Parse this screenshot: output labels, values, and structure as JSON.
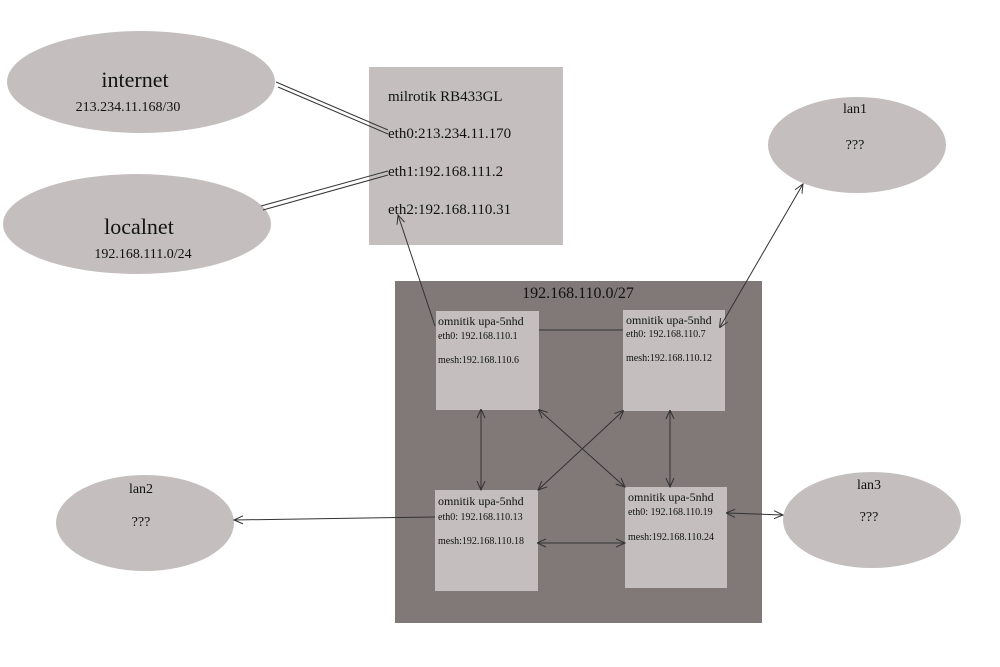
{
  "colors": {
    "ellipse_fill": "#c4bfbe",
    "router_fill": "#c4bfbe",
    "subnet_fill": "#817878",
    "node_fill": "#c4bfbe",
    "line": "#333333"
  },
  "clouds": {
    "internet": {
      "title": "internet",
      "subtitle": "213.234.11.168/30"
    },
    "localnet": {
      "title": "localnet",
      "subtitle": "192.168.111.0/24"
    },
    "lan1": {
      "title": "lan1",
      "subtitle": "???"
    },
    "lan2": {
      "title": "lan2",
      "subtitle": "???"
    },
    "lan3": {
      "title": "lan3",
      "subtitle": "???"
    }
  },
  "router": {
    "title": "milrotik RB433GL",
    "eth0": "eth0:213.234.11.170",
    "eth1": "eth1:192.168.111.2",
    "eth2": "eth2:192.168.110.31"
  },
  "subnet": {
    "label": "192.168.110.0/27"
  },
  "nodes": [
    {
      "title": "omnitik upa-5nhd",
      "eth0": "eth0:  192.168.110.1",
      "mesh": "mesh:192.168.110.6"
    },
    {
      "title": "omnitik upa-5nhd",
      "eth0": "eth0:  192.168.110.7",
      "mesh": "mesh:192.168.110.12"
    },
    {
      "title": "omnitik upa-5nhd",
      "eth0": "eth0:  192.168.110.13",
      "mesh": "mesh:192.168.110.18"
    },
    {
      "title": "omnitik upa-5nhd",
      "eth0": "eth0:  192.168.110.19",
      "mesh": "mesh:192.168.110.24"
    }
  ]
}
